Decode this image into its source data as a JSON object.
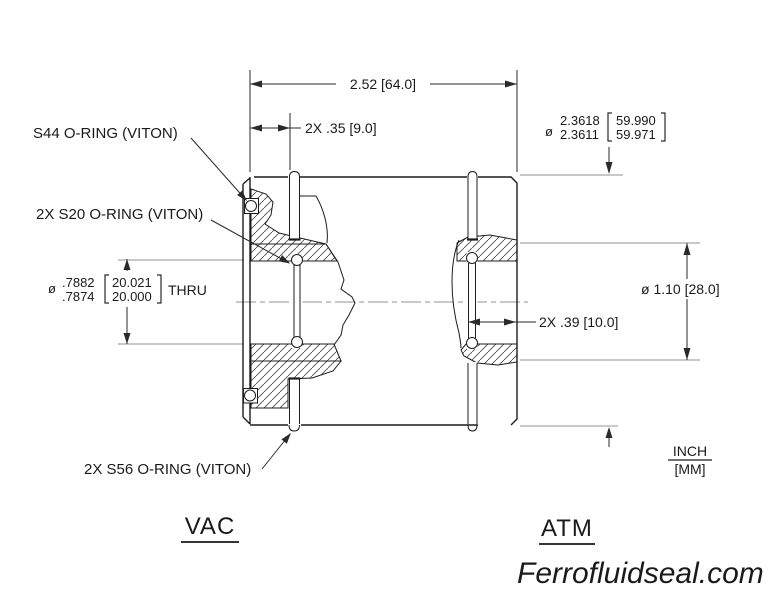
{
  "colors": {
    "background": "#ffffff",
    "line": "#1c1c1c",
    "dim": "#2a2a2a",
    "ext": "#8f9396",
    "text": "#1a1a1a"
  },
  "drawing": {
    "callouts": {
      "s44": "S44 O-RING (VITON)",
      "s20": "2X S20 O-RING (VITON)",
      "s56": "2X S56 O-RING (VITON)"
    },
    "dimensions": {
      "overall_length": "2.52 [64.0]",
      "groove_offset": "2X .35 [9.0]",
      "groove_inset_right": "2X .39 [10.0]",
      "counterbore": "ø 1.10 [28.0]",
      "od": {
        "symbol": "ø",
        "inch_max": "2.3618",
        "inch_min": "2.3611",
        "mm_max": "59.990",
        "mm_min": "59.971"
      },
      "bore": {
        "symbol": "ø",
        "inch_max": ".7882",
        "inch_min": ".7874",
        "mm_max": "20.021",
        "mm_min": "20.000",
        "suffix": "THRU"
      }
    },
    "units": {
      "primary": "INCH",
      "secondary": "[MM]"
    },
    "sides": {
      "left": "VAC",
      "right": "ATM"
    }
  },
  "footer": {
    "brand": "Ferrofluidseal.com"
  }
}
